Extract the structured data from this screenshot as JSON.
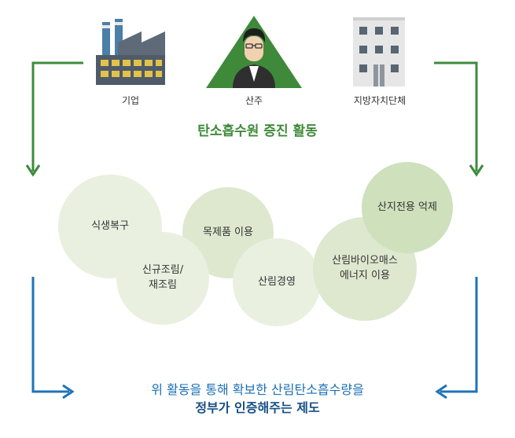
{
  "icons": [
    {
      "name": "company",
      "label": "기업"
    },
    {
      "name": "forest-owner",
      "label": "산주"
    },
    {
      "name": "local-government",
      "label": "지방자치단체"
    }
  ],
  "title": "탄소흡수원 증진 활동",
  "activities": [
    {
      "id": "restoration",
      "label": "식생복구"
    },
    {
      "id": "wood-products",
      "label": "목제품 이용"
    },
    {
      "id": "new-planting",
      "label": "신규조림/\n재조림"
    },
    {
      "id": "forest-management",
      "label": "산림경영"
    },
    {
      "id": "biomass-energy",
      "label": "산림바이오매스\n에너지 이용"
    },
    {
      "id": "deforestation-suppression",
      "label": "산지전용 억제"
    }
  ],
  "bottom": {
    "line1": "위 활동을 통해 확보한 산림탄소흡수량을",
    "line2": "정부가 인증해주는 제도"
  },
  "colors": {
    "green_arrow": "#3d8b3d",
    "blue_arrow": "#1f73b7",
    "title_green": "#3f8a3a",
    "circle_fill": "#e3ecd6"
  }
}
